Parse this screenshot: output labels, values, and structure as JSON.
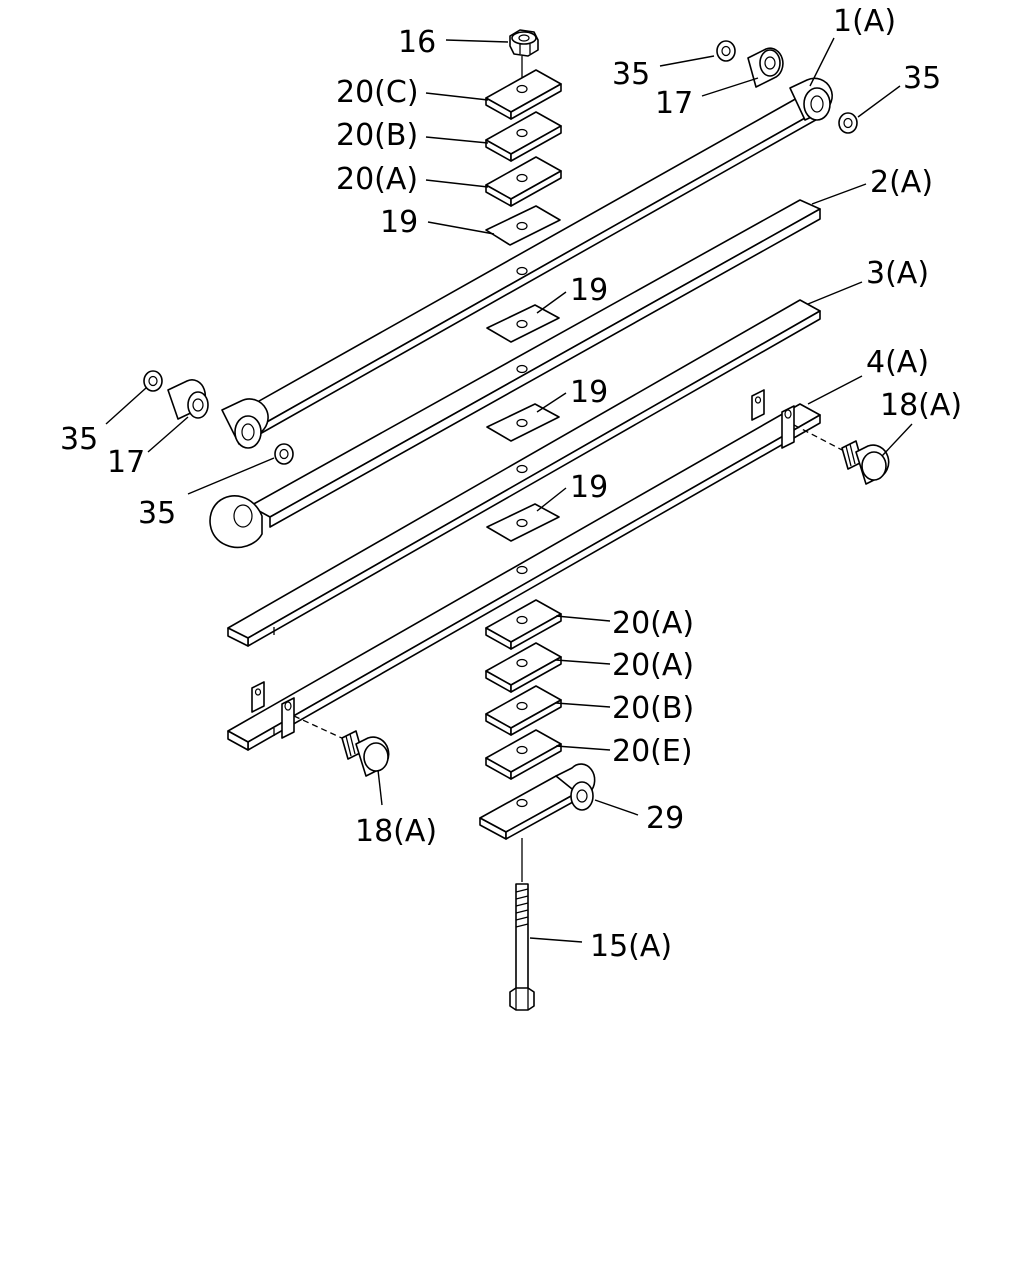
{
  "callouts": {
    "leaf_1a": "1(A)",
    "leaf_2a": "2(A)",
    "leaf_3a": "3(A)",
    "leaf_4a": "4(A)",
    "nut_16": "16",
    "shim_20c": "20(C)",
    "shim_20b_top": "20(B)",
    "shim_20a_top": "20(A)",
    "liner_19_top": "19",
    "liner_19_a": "19",
    "liner_19_b": "19",
    "liner_19_c": "19",
    "washer_35_top_left": "35",
    "bushing_17_top": "17",
    "washer_35_top_right": "35",
    "washer_35_left": "35",
    "bushing_17_left": "17",
    "washer_35_lower": "35",
    "bolt_18a_right": "18(A)",
    "bolt_18a_left": "18(A)",
    "shim_20a_low1": "20(A)",
    "shim_20a_low2": "20(A)",
    "shim_20b_low": "20(B)",
    "shim_20e": "20(E)",
    "seat_29": "29",
    "center_bolt_15a": "15(A)"
  }
}
